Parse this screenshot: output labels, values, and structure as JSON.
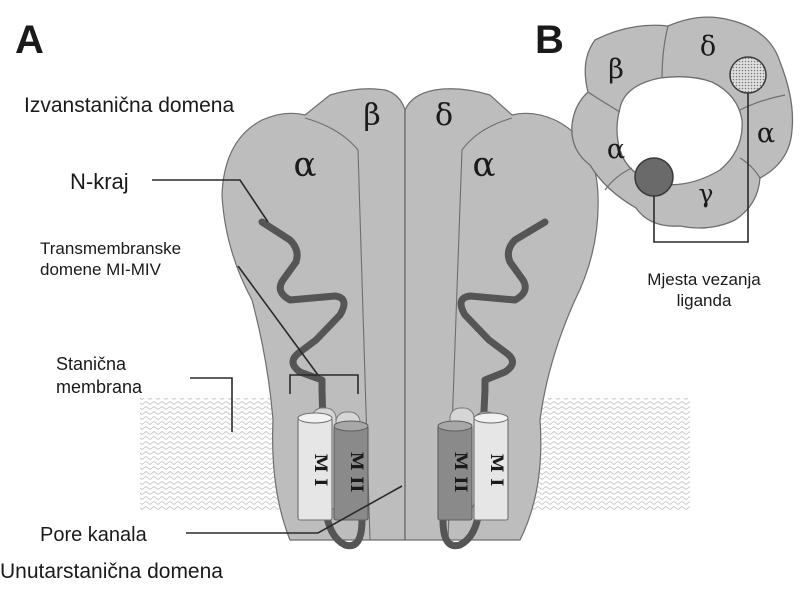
{
  "panels": {
    "a_letter": "A",
    "b_letter": "B"
  },
  "labels": {
    "extracellular": "Izvanstanična domena",
    "n_terminal": "N-kraj",
    "transmembrane_line1": "Transmembranske",
    "transmembrane_line2": "domene MI-MIV",
    "membrane_line1": "Stanična",
    "membrane_line2": "membrana",
    "pore": "Pore kanala",
    "intracellular": "Unutarstanična domena",
    "binding_line1": "Mjesta vezanja",
    "binding_line2": "liganda"
  },
  "subunits_a": {
    "alpha_left": "α",
    "beta": "β",
    "delta": "δ",
    "alpha_right": "α"
  },
  "helices": {
    "m1_left": "M I",
    "m2_left": "M II",
    "m2_right": "M II",
    "m1_right": "M I"
  },
  "subunits_b": {
    "beta": "β",
    "delta": "δ",
    "alpha_left": "α",
    "alpha_right": "α",
    "gamma": "γ"
  },
  "colors": {
    "protein_fill": "#bdbdbd",
    "protein_edge": "#6e6e6e",
    "chain": "#555555",
    "helix_light": "#e6e6e6",
    "helix_dark": "#8a8a8a",
    "site_dark": "#6a6a6a",
    "site_dotted": "#9e9e9e",
    "line": "#2a2a2a"
  }
}
